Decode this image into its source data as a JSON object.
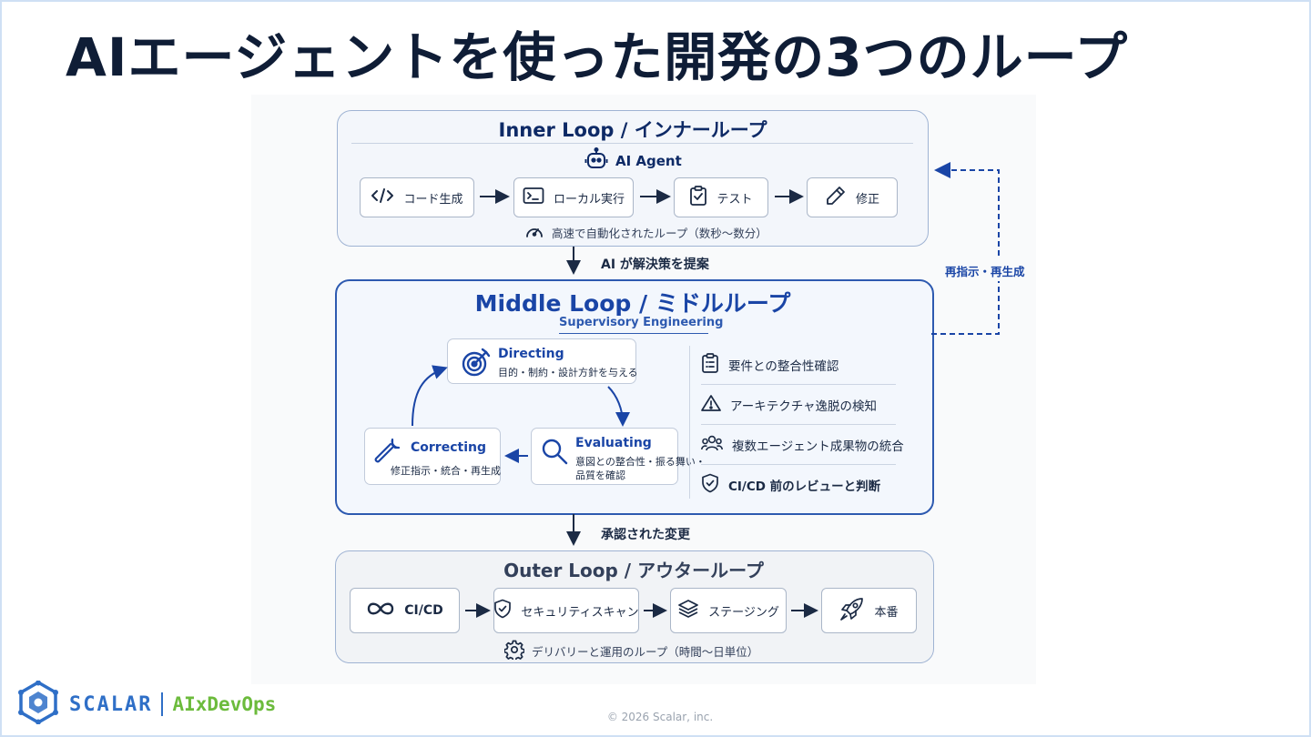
{
  "title": "AIエージェントを使った開発の3つのループ",
  "inner": {
    "title": "Inner Loop / インナーループ",
    "agent": "AI Agent",
    "steps": [
      "コード生成",
      "ローカル実行",
      "テスト",
      "修正"
    ],
    "caption": "高速で自動化されたループ（数秒〜数分）"
  },
  "arrow_to_middle": "AI が解決策を提案",
  "feedback_label": "再指示・再生成",
  "middle": {
    "title": "Middle Loop / ミドルループ",
    "subtitle": "Supervisory Engineering",
    "cycle": {
      "directing": {
        "title": "Directing",
        "desc": "目的・制約・設計方針を与える"
      },
      "evaluating": {
        "title": "Evaluating",
        "desc_line1": "意図との整合性・振る舞い・",
        "desc_line2": "品質を確認"
      },
      "correcting": {
        "title": "Correcting",
        "desc": "修正指示・統合・再生成"
      }
    },
    "checks": [
      "要件との整合性確認",
      "アーキテクチャ逸脱の検知",
      "複数エージェント成果物の統合",
      "CI/CD 前のレビューと判断"
    ]
  },
  "arrow_to_outer": "承認された変更",
  "outer": {
    "title": "Outer Loop / アウターループ",
    "steps": [
      "CI/CD",
      "セキュリティスキャン",
      "ステージング",
      "本番"
    ],
    "caption": "デリバリーと運用のループ（時間〜日単位）"
  },
  "footer": {
    "brand": "SCALAR",
    "product": "AIxDevOps",
    "copyright": "© 2026 Scalar, inc."
  },
  "colors": {
    "primary": "#1a45a6",
    "navy": "#0e2a66",
    "accent_green": "#6cbb3c",
    "logo_blue": "#2f6fc7"
  }
}
